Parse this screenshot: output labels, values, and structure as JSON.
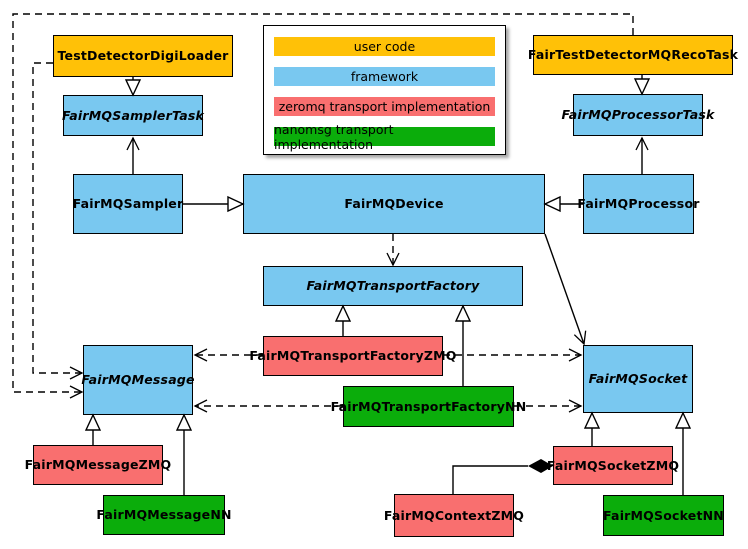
{
  "legend": {
    "items": [
      {
        "label": "user code",
        "color": "#FFC107"
      },
      {
        "label": "framework",
        "color": "#79C8F0"
      },
      {
        "label": "zeromq transport implementation",
        "color": "#F96F6F"
      },
      {
        "label": "nanomsg transport implementation",
        "color": "#0BAD0B"
      }
    ]
  },
  "classes": {
    "test_detector_digi_loader": "TestDetectorDigiLoader",
    "fair_test_detector_mq_reco_task": "FairTestDetectorMQRecoTask",
    "fairmq_sampler_task": "FairMQSamplerTask",
    "fairmq_processor_task": "FairMQProcessorTask",
    "fairmq_sampler": "FairMQSampler",
    "fairmq_device": "FairMQDevice",
    "fairmq_processor": "FairMQProcessor",
    "fairmq_transport_factory": "FairMQTransportFactory",
    "fairmq_transport_factory_zmq": "FairMQTransportFactoryZMQ",
    "fairmq_transport_factory_nn": "FairMQTransportFactoryNN",
    "fairmq_message": "FairMQMessage",
    "fairmq_socket": "FairMQSocket",
    "fairmq_message_zmq": "FairMQMessageZMQ",
    "fairmq_message_nn": "FairMQMessageNN",
    "fairmq_socket_zmq": "FairMQSocketZMQ",
    "fairmq_socket_nn": "FairMQSocketNN",
    "fairmq_context_zmq": "FairMQContextZMQ"
  },
  "relationships": [
    {
      "from": "TestDetectorDigiLoader",
      "to": "FairMQSamplerTask",
      "type": "inheritance"
    },
    {
      "from": "FairTestDetectorMQRecoTask",
      "to": "FairMQProcessorTask",
      "type": "inheritance"
    },
    {
      "from": "FairMQSampler",
      "to": "FairMQDevice",
      "type": "inheritance"
    },
    {
      "from": "FairMQProcessor",
      "to": "FairMQDevice",
      "type": "inheritance"
    },
    {
      "from": "FairMQSampler",
      "to": "FairMQSamplerTask",
      "type": "association"
    },
    {
      "from": "FairMQProcessor",
      "to": "FairMQProcessorTask",
      "type": "association"
    },
    {
      "from": "FairMQDevice",
      "to": "FairMQTransportFactory",
      "type": "dependency"
    },
    {
      "from": "FairMQDevice",
      "to": "FairMQSocket",
      "type": "association"
    },
    {
      "from": "FairMQTransportFactoryZMQ",
      "to": "FairMQTransportFactory",
      "type": "inheritance"
    },
    {
      "from": "FairMQTransportFactoryNN",
      "to": "FairMQTransportFactory",
      "type": "inheritance"
    },
    {
      "from": "FairMQTransportFactoryZMQ",
      "to": "FairMQMessage",
      "type": "dependency"
    },
    {
      "from": "FairMQTransportFactoryZMQ",
      "to": "FairMQSocket",
      "type": "dependency"
    },
    {
      "from": "FairMQTransportFactoryNN",
      "to": "FairMQMessage",
      "type": "dependency"
    },
    {
      "from": "FairMQTransportFactoryNN",
      "to": "FairMQSocket",
      "type": "dependency"
    },
    {
      "from": "FairMQMessageZMQ",
      "to": "FairMQMessage",
      "type": "inheritance"
    },
    {
      "from": "FairMQMessageNN",
      "to": "FairMQMessage",
      "type": "inheritance"
    },
    {
      "from": "FairMQSocketZMQ",
      "to": "FairMQSocket",
      "type": "inheritance"
    },
    {
      "from": "FairMQSocketNN",
      "to": "FairMQSocket",
      "type": "inheritance"
    },
    {
      "from": "FairMQContextZMQ",
      "to": "FairMQSocketZMQ",
      "type": "composition"
    },
    {
      "from": "TestDetectorDigiLoader",
      "to": "FairMQMessage",
      "type": "dependency"
    },
    {
      "from": "FairTestDetectorMQRecoTask",
      "to": "FairMQMessage",
      "type": "dependency"
    }
  ]
}
